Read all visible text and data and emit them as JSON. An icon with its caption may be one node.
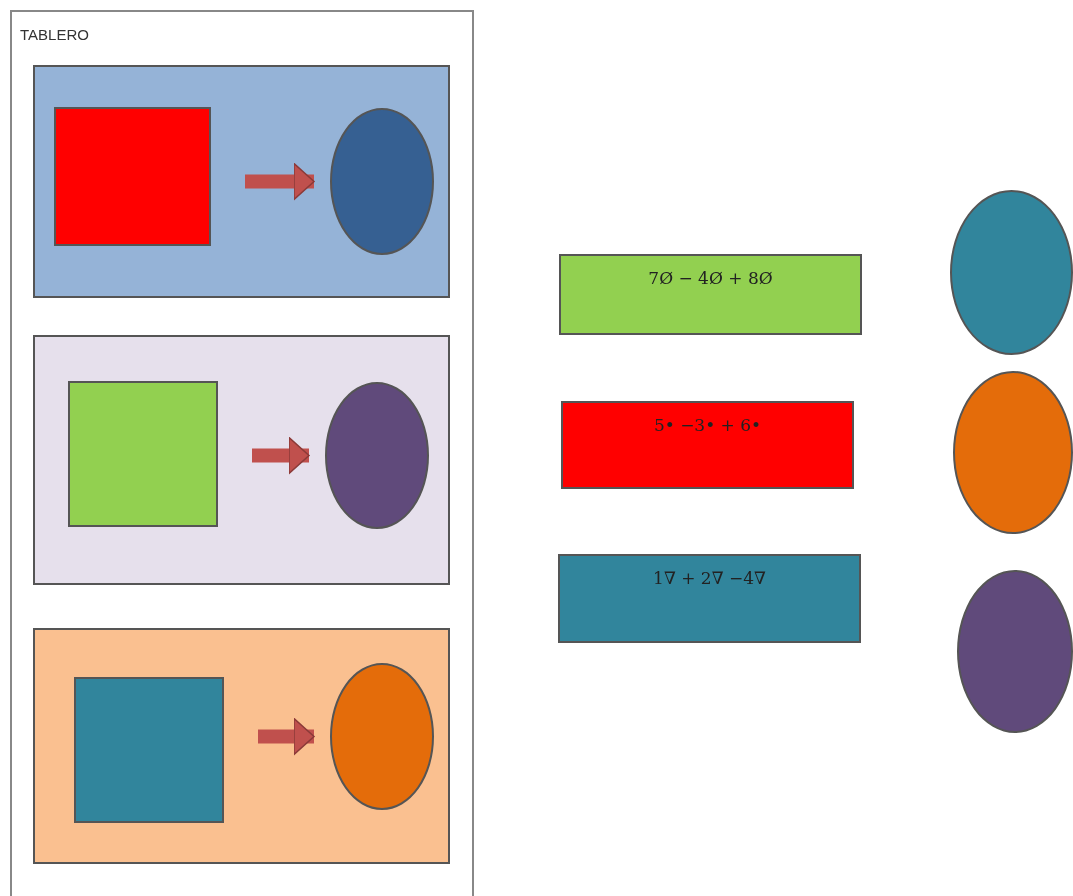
{
  "diagram": {
    "nodes": [
      {
        "text": [
          "TABLERO"
        ]
      },
      {
        "text": [],
        "shape": "box",
        "in": 0
      },
      {
        "text": [],
        "shape": "box",
        "in": 1
      },
      {
        "text": [],
        "shape": "circle",
        "in": 1
      },
      {
        "text": [],
        "shape": "box",
        "in": 0
      },
      {
        "text": [],
        "shape": "box",
        "in": 4
      },
      {
        "text": [],
        "shape": "circle",
        "in": 4
      },
      {
        "text": [],
        "shape": "box",
        "in": 0
      },
      {
        "text": [],
        "shape": "box",
        "in": 7
      },
      {
        "text": [],
        "shape": "circle",
        "in": 7
      },
      {
        "text": [
          "7Ø − 4Ø + 8Ø"
        ]
      },
      {
        "text": [
          "5• −3• + 6•"
        ]
      },
      {
        "text": [
          "1∇ + 2∇ −4∇"
        ]
      },
      {
        "text": [],
        "shape": "circle"
      },
      {
        "text": [],
        "shape": "circle"
      },
      {
        "text": [],
        "shape": "circle"
      }
    ],
    "edges": [
      {
        "from": 2,
        "to": 3,
        "arrow": "to"
      },
      {
        "from": 5,
        "to": 6,
        "arrow": "to"
      },
      {
        "from": 8,
        "to": 9,
        "arrow": "to"
      }
    ]
  }
}
